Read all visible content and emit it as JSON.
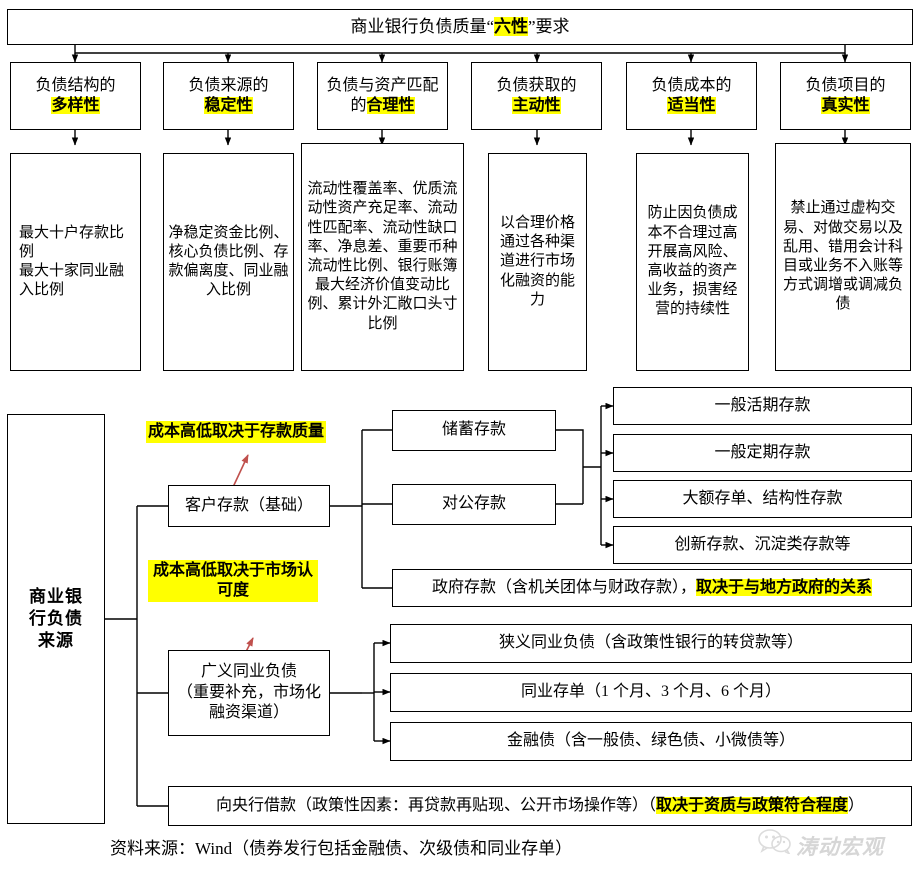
{
  "top": {
    "title_pre": "商业银行负债质量",
    "title_quote_open": "“",
    "title_hl": "六性",
    "title_quote_close": "”",
    "title_post": "要求",
    "title_full": "商业银行负债质量“六性”要求",
    "six": [
      {
        "pre": "负债结构的",
        "hl": "多样性",
        "detail": "最大十户存款比例\n最大十家同业融入比例"
      },
      {
        "pre": "负债来源的",
        "hl": "稳定性",
        "detail": "净稳定资金比例、核心负债比例、存款偏离度、同业融入比例"
      },
      {
        "pre": "负债与资产匹配的",
        "hl": "合理性",
        "detail": "流动性覆盖率、优质流动性资产充足率、流动性匹配率、流动性缺口率、净息差、重要币种流动性比例、银行账簿最大经济价值变动比例、累计外汇敞口头寸比例"
      },
      {
        "pre": "负债获取的",
        "hl": "主动性",
        "detail": "以合理价格通过各种渠道进行市场化融资的能力"
      },
      {
        "pre": "负债成本的",
        "hl": "适当性",
        "detail": "防止因负债成本不合理过高开展高风险、高收益的资产业务，损害经营的持续性"
      },
      {
        "pre": "负债项目的",
        "hl": "真实性",
        "detail": "禁止通过虚构交易、对做交易以及乱用、错用会计科目或业务不入账等方式调增或调减负债"
      }
    ]
  },
  "bottom": {
    "root": "商业银行负债来源",
    "notes": [
      {
        "text": "成本高低取决于存款质量"
      },
      {
        "text": "成本高低取决于市场认可度"
      }
    ],
    "nodes": [
      {
        "label": "客户存款（基础）"
      },
      {
        "label": "广义同业负债\n（重要补充，市场化融资渠道）"
      }
    ],
    "deposit_children": [
      {
        "label": "储蓄存款"
      },
      {
        "label": "对公存款"
      }
    ],
    "deposit_leaves": [
      {
        "label": "一般活期存款"
      },
      {
        "label": "一般定期存款"
      },
      {
        "label": "大额存单、结构性存款"
      },
      {
        "label": "创新存款、沉淀类存款等"
      }
    ],
    "gov_row": {
      "plain": "政府存款（含机关团体与财政存款），",
      "hl": "取决于与地方政府的关系"
    },
    "interbank_leaves": [
      {
        "label": "狭义同业负债（含政策性银行的转贷款等）"
      },
      {
        "label": "同业存单（1 个月、3 个月、6 个月）"
      },
      {
        "label": "金融债（含一般债、绿色债、小微债等）"
      }
    ],
    "pboc_row": {
      "plain": "向央行借款（政策性因素：再贷款再贴现、公开市场操作等）（",
      "hl": "取决于资质与政策符合程度",
      "tail": "）"
    }
  },
  "footer": {
    "source": "资料来源：Wind（债券发行包括金融债、次级债和同业存单）"
  },
  "watermark": {
    "text": "涛动宏观",
    "icon": "wechat-icon"
  },
  "colors": {
    "highlight": "#ffff00",
    "arrow_note": "#c0504d",
    "line": "#000000",
    "background": "#ffffff"
  }
}
